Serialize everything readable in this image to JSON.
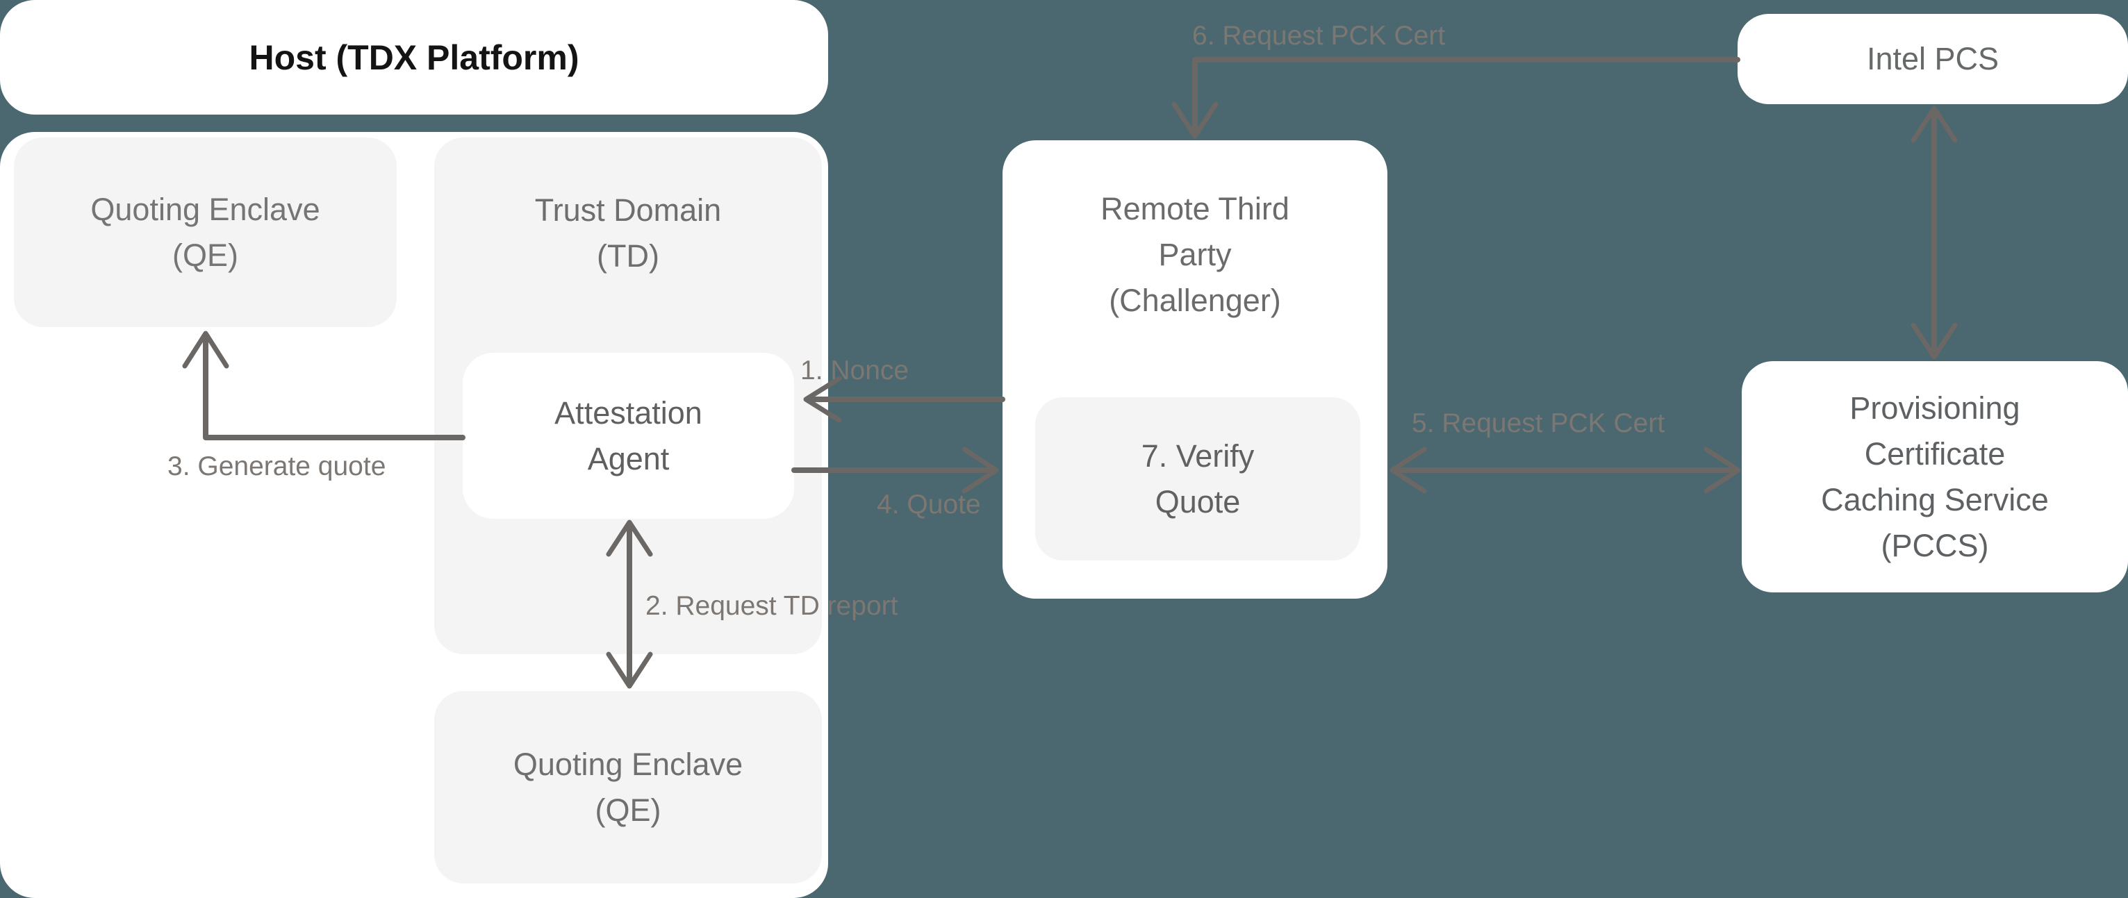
{
  "colors": {
    "background": "#4B6770",
    "node_white": "#FFFFFF",
    "node_gray": "#F4F4F4",
    "node_text": "#6A6A6A",
    "host_title_text": "#141414",
    "arrow": "#6B6764",
    "edge_label_text": "#7C7772"
  },
  "host": {
    "title": "Host (TDX Platform)"
  },
  "nodes": {
    "qe_left": {
      "lines": [
        "Quoting Enclave",
        "(QE)"
      ]
    },
    "trust_domain": {
      "lines": [
        "Trust Domain",
        "(TD)"
      ]
    },
    "attestation_agent": {
      "lines": [
        "Attestation",
        "Agent"
      ]
    },
    "qe_bottom": {
      "lines": [
        "Quoting Enclave",
        "(QE)"
      ]
    },
    "remote_third_party": {
      "lines": [
        "Remote Third",
        "Party",
        "(Challenger)"
      ]
    },
    "verify_quote": {
      "lines": [
        "7. Verify",
        "Quote"
      ]
    },
    "intel_pcs": {
      "lines": [
        "Intel PCS"
      ]
    },
    "pccs": {
      "lines": [
        "Provisioning",
        "Certificate",
        "Caching Service",
        "(PCCS)"
      ]
    }
  },
  "edge_labels": {
    "nonce": "1. Nonce",
    "request_td_report": "2. Request TD report",
    "generate_quote": "3. Generate quote",
    "quote": "4. Quote",
    "request_pck_cert_pccs": "5. Request PCK Cert",
    "request_pck_cert_intel": "6. Request PCK Cert"
  }
}
